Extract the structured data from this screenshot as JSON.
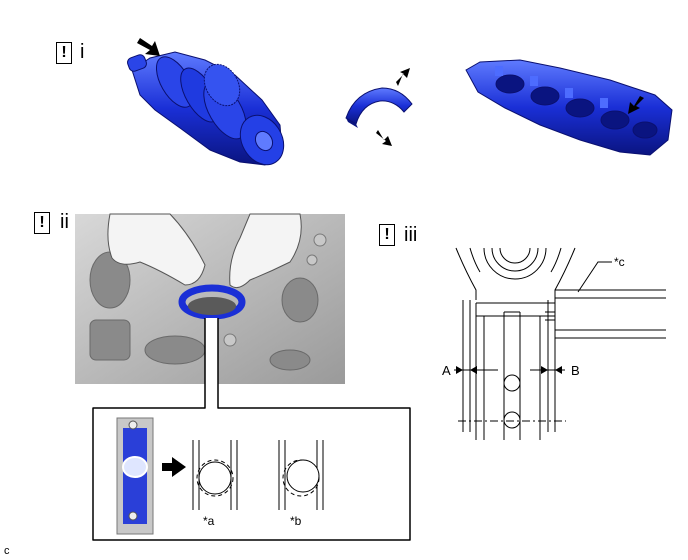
{
  "steps": [
    {
      "callout": "!",
      "label": "i"
    },
    {
      "callout": "!",
      "label": "ii"
    },
    {
      "callout": "!",
      "label": "iii"
    }
  ],
  "figure_labels": {
    "a": "*a",
    "b": "*b",
    "c": "*c",
    "dim_A": "A",
    "dim_B": "B"
  },
  "figure_code": "c",
  "colors": {
    "part_blue": "#1a2fd6",
    "part_blue_light": "#4d6cff",
    "engine_gray": "#b9b9b9",
    "line": "#000000"
  }
}
